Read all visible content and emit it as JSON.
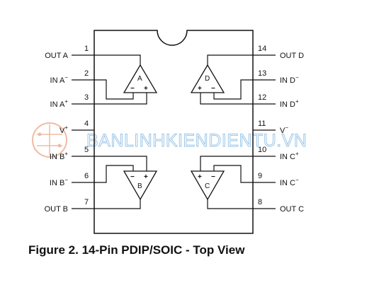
{
  "diagram": {
    "caption": "Figure 2. 14-Pin PDIP/SOIC - Top View",
    "watermark": "BANLINHKIENDIENTU.VN",
    "amplifiers": [
      "A",
      "B",
      "C",
      "D"
    ],
    "pins_left": [
      {
        "num": "1",
        "label": "OUT A",
        "sup": ""
      },
      {
        "num": "2",
        "label": "IN A",
        "sup": "−"
      },
      {
        "num": "3",
        "label": "IN A",
        "sup": "+"
      },
      {
        "num": "4",
        "label": "V",
        "sup": "+"
      },
      {
        "num": "5",
        "label": "IN B",
        "sup": "+"
      },
      {
        "num": "6",
        "label": "IN B",
        "sup": "−"
      },
      {
        "num": "7",
        "label": "OUT B",
        "sup": ""
      }
    ],
    "pins_right": [
      {
        "num": "14",
        "label": "OUT D",
        "sup": ""
      },
      {
        "num": "13",
        "label": "IN D",
        "sup": "−"
      },
      {
        "num": "12",
        "label": "IN D",
        "sup": "+"
      },
      {
        "num": "11",
        "label": "V",
        "sup": "−"
      },
      {
        "num": "10",
        "label": "IN C",
        "sup": "+"
      },
      {
        "num": "9",
        "label": "IN C",
        "sup": "−"
      },
      {
        "num": "8",
        "label": "OUT C",
        "sup": ""
      }
    ],
    "signs": {
      "minus": "−",
      "plus": "+"
    }
  }
}
